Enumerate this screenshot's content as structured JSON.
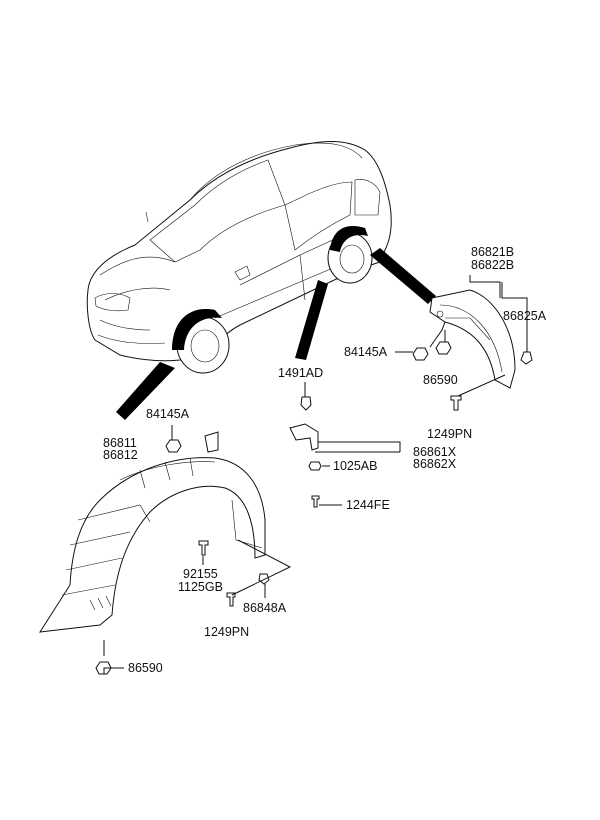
{
  "colors": {
    "ink": "#111111",
    "background": "#ffffff"
  },
  "labels": {
    "rear_liner": [
      "86821B",
      "86822B"
    ],
    "rear_clip": "86825A",
    "rear_nut": "84145A",
    "rear_nut2": "86590",
    "rear_screw": "1249PN",
    "bracket_clip": "1491AD",
    "bracket": [
      "86861X",
      "86862X"
    ],
    "bracket_nut": "1025AB",
    "bracket_screw": "1244FE",
    "front_nut_top": "84145A",
    "front_liner": [
      "86811",
      "86812"
    ],
    "front_screw": [
      "92155",
      "1125GB"
    ],
    "front_clip": "86848A",
    "front_screw2": "1249PN",
    "front_nut_bottom": "86590"
  }
}
